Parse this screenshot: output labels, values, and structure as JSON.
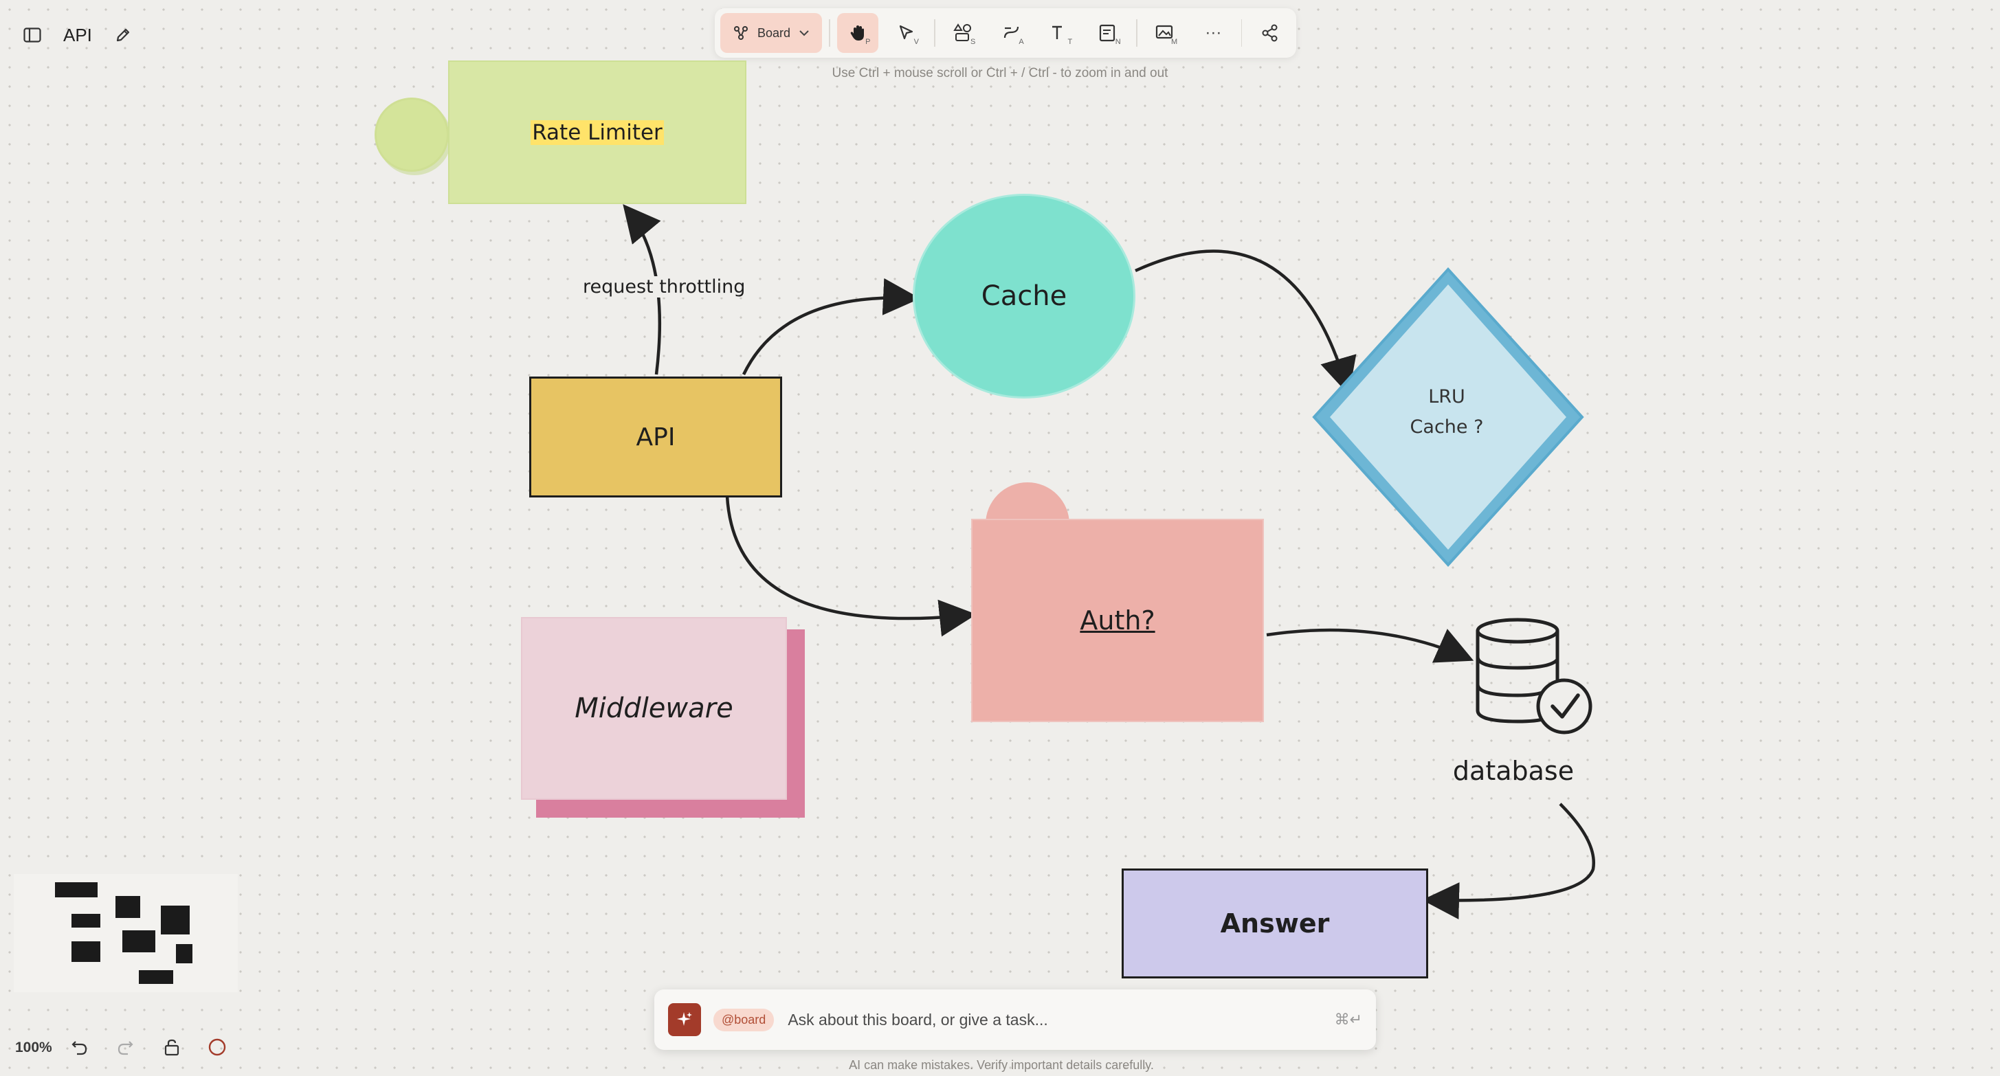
{
  "header": {
    "title": "API"
  },
  "toolbar": {
    "board_label": "Board",
    "tools": [
      {
        "name": "hand",
        "shortcut": "P"
      },
      {
        "name": "select",
        "shortcut": "V"
      },
      {
        "name": "shapes",
        "shortcut": "S"
      },
      {
        "name": "connector",
        "shortcut": "A"
      },
      {
        "name": "text",
        "shortcut": "T"
      },
      {
        "name": "note",
        "shortcut": "N"
      },
      {
        "name": "media",
        "shortcut": "M"
      }
    ],
    "more_label": "···"
  },
  "hint": "Use Ctrl + mouse scroll or Ctrl + / Ctrl - to zoom in and out",
  "canvas": {
    "rate_limiter": "Rate Limiter",
    "request_throttling": "request throttling",
    "api": "API",
    "cache": "Cache",
    "lru_line1": "LRU",
    "lru_line2": "Cache ?",
    "auth": "Auth?",
    "middleware": "Middleware",
    "database": "database",
    "answer": "Answer"
  },
  "footer": {
    "zoom": "100%",
    "chat_tag": "@board",
    "chat_placeholder": "Ask about this board, or give a task...",
    "chat_shortcut": "⌘↵",
    "disclaimer": "AI can make mistakes. Verify important details carefully."
  },
  "colors": {
    "accent": "#f7d6cb",
    "ai_button": "#a33b2a",
    "api": "#e7c463",
    "cache": "#7ee1ce",
    "auth": "#edb0a9",
    "rate_limiter": "#d8e7a5",
    "lru": "#c8e4ee",
    "answer": "#cdc9eb",
    "middleware": "#ecd2d9"
  }
}
